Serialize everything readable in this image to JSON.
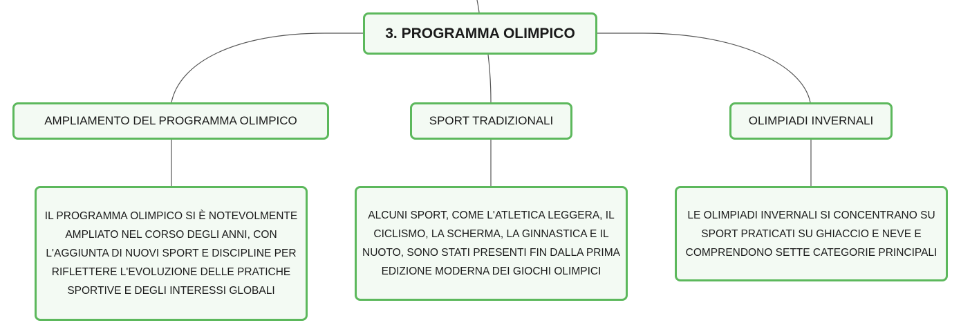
{
  "map": {
    "root": {
      "label": "3. PROGRAMMA OLIMPICO"
    },
    "branches": [
      {
        "label": "AMPLIAMENTO DEL PROGRAMMA OLIMPICO",
        "detail": "IL PROGRAMMA OLIMPICO SI È NOTEVOLMENTE AMPLIATO NEL CORSO DEGLI ANNI, CON L'AGGIUNTA DI NUOVI SPORT E DISCIPLINE PER RIFLETTERE L'EVOLUZIONE DELLE PRATICHE SPORTIVE E DEGLI INTERESSI GLOBALI"
      },
      {
        "label": "SPORT TRADIZIONALI",
        "detail": "ALCUNI SPORT, COME L'ATLETICA LEGGERA, IL CICLISMO, LA SCHERMA, LA GINNASTICA E IL NUOTO, SONO STATI PRESENTI FIN DALLA PRIMA EDIZIONE MODERNA DEI GIOCHI OLIMPICI"
      },
      {
        "label": "OLIMPIADI INVERNALI",
        "detail": "LE OLIMPIADI INVERNALI SI CONCENTRANO SU SPORT PRATICATI SU GHIACCIO E NEVE E COMPRENDONO SETTE CATEGORIE PRINCIPALI"
      }
    ]
  },
  "colors": {
    "node_border": "#5cb85c",
    "node_fill": "#f3faf3",
    "connector": "#555555"
  }
}
